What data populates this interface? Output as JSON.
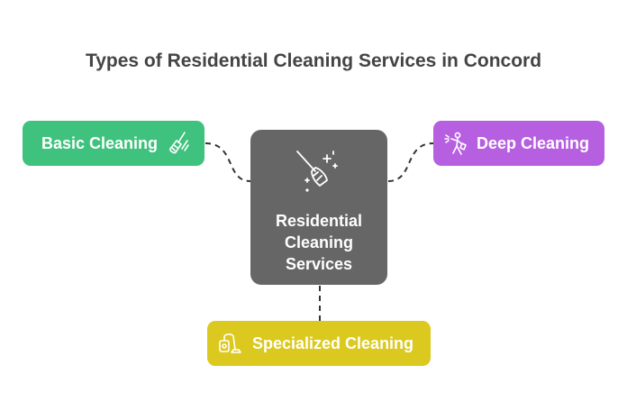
{
  "title": "Types of Residential Cleaning Services in Concord",
  "center": {
    "label": "Residential Cleaning Services",
    "icon": "broom-sparkle-icon"
  },
  "nodes": {
    "basic": {
      "label": "Basic Cleaning",
      "icon": "broom-icon",
      "color": "#3ec27d"
    },
    "deep": {
      "label": "Deep Cleaning",
      "icon": "person-spraying-icon",
      "color": "#b65fe0"
    },
    "specialized": {
      "label": "Specialized Cleaning",
      "icon": "vacuum-cleaner-icon",
      "color": "#dcc91f"
    }
  },
  "colors": {
    "center": "#666666",
    "title": "#444444",
    "connector": "#333333"
  }
}
